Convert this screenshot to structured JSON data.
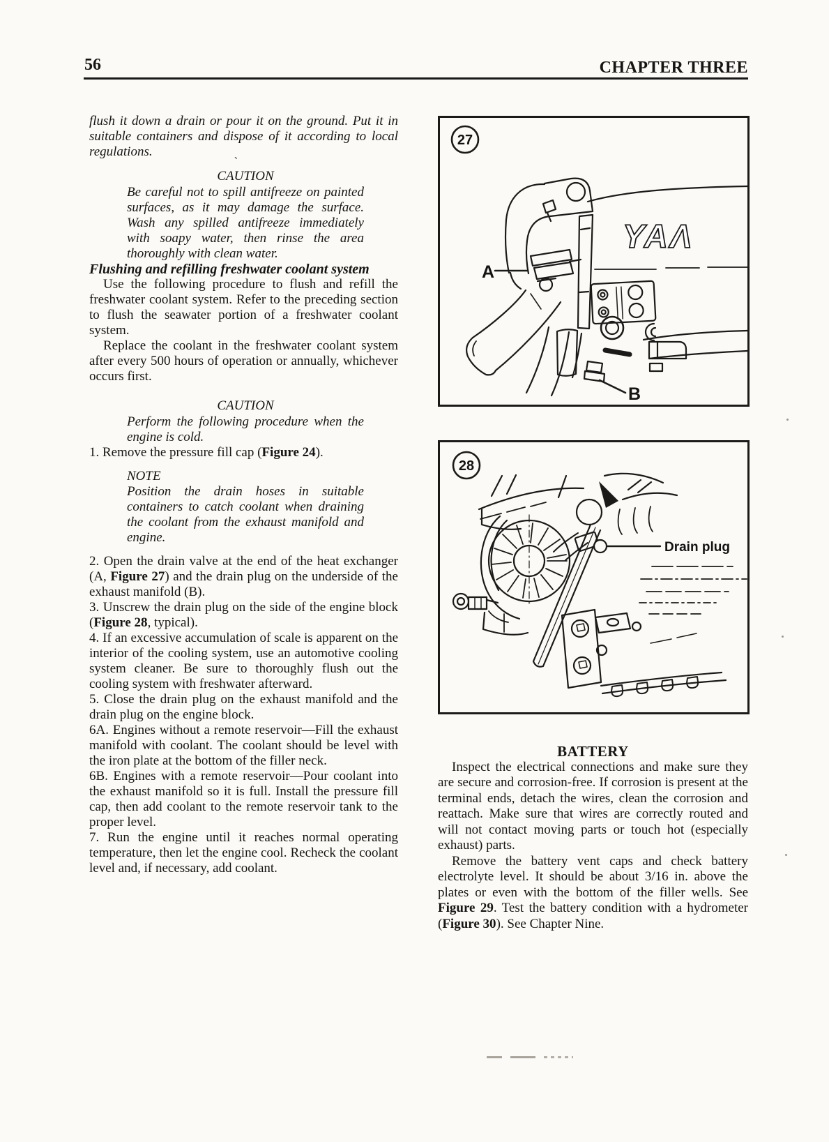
{
  "page": {
    "number": "56",
    "chapter_header": "CHAPTER THREE"
  },
  "left_column": {
    "continued_warning": "flush it down a drain or pour it on the ground. Put it in suitable containers and dispose of it according to local regulations.",
    "caution_1": {
      "title": "CAUTION",
      "body": "Be careful not to spill antifreeze on painted surfaces, as it may damage the surface. Wash any spilled antifreeze immediately with soapy water, then rinse the area thoroughly with clean water."
    },
    "section_heading": "Flushing and refilling freshwater coolant system",
    "paragraph_1": "Use the following procedure to flush and refill the freshwater coolant system. Refer to the preceding section to flush the seawater portion of a freshwater coolant system.",
    "paragraph_2": "Replace the coolant in the freshwater coolant system after every 500 hours of operation or annually, whichever occurs first.",
    "caution_2": {
      "title": "CAUTION",
      "body": "Perform the following procedure when the engine is cold."
    },
    "step_1": [
      {
        "t": "1. Remove the pressure fill cap (",
        "b": false
      },
      {
        "t": "Figure 24",
        "b": true
      },
      {
        "t": ").",
        "b": false
      }
    ],
    "note": {
      "title": "NOTE",
      "body": "Position the drain hoses in suitable containers to catch coolant when draining the coolant from the exhaust manifold and engine."
    },
    "step_2": [
      {
        "t": "2. Open the drain valve at the end of the heat exchanger (A, ",
        "b": false
      },
      {
        "t": "Figure 27",
        "b": true
      },
      {
        "t": ") and the drain plug on the underside of the exhaust manifold (B).",
        "b": false
      }
    ],
    "step_3": [
      {
        "t": "3. Unscrew the drain plug on the side of the engine block (",
        "b": false
      },
      {
        "t": "Figure 28",
        "b": true
      },
      {
        "t": ", typical).",
        "b": false
      }
    ],
    "step_4": [
      {
        "t": "4. If an excessive accumulation of scale is apparent on the interior of the cooling system, use an automotive cooling system cleaner. Be sure to thoroughly flush out the cooling system with freshwater afterward.",
        "b": false
      }
    ],
    "step_5": [
      {
        "t": "5. Close the drain plug on the exhaust manifold and the drain plug on the engine block.",
        "b": false
      }
    ],
    "step_6a": [
      {
        "t": "6A. Engines without a remote reservoir—Fill the exhaust manifold with coolant. The coolant should be level with the iron plate at the bottom of the filler neck.",
        "b": false
      }
    ],
    "step_6b": [
      {
        "t": "6B. Engines with a remote reservoir—Pour coolant into the exhaust manifold so it is full. Install the pressure fill cap, then add coolant to the remote reservoir tank to the proper level.",
        "b": false
      }
    ],
    "step_7": [
      {
        "t": "7. Run the engine until it reaches normal operating temperature, then let the engine cool. Recheck the coolant level and, if necessary, add coolant.",
        "b": false
      }
    ]
  },
  "figures": {
    "figure_27": {
      "number": "27",
      "callout_a": "A",
      "callout_b": "B",
      "engine_logo_partial": "YAΛ"
    },
    "figure_28": {
      "number": "28",
      "callout_drain_plug": "Drain plug"
    }
  },
  "right_column": {
    "battery": {
      "heading": "BATTERY",
      "paragraph_1": "Inspect the electrical connections and make sure they are secure and corrosion-free. If corrosion is present at the terminal ends, detach the wires, clean the corrosion and reattach. Make sure that wires are correctly routed and will not contact moving parts or touch hot (especially exhaust) parts.",
      "paragraph_2": [
        {
          "t": "Remove the battery vent caps and check battery electrolyte level. It should be about 3/16 in. above the plates or even with the bottom of the filler wells. See ",
          "b": false
        },
        {
          "t": "Figure 29",
          "b": true
        },
        {
          "t": ". Test the battery condition with a hydrometer (",
          "b": false
        },
        {
          "t": "Figure 30",
          "b": true
        },
        {
          "t": "). See Chapter Nine.",
          "b": false
        }
      ]
    }
  },
  "artifacts": {
    "stray_tick": "`"
  }
}
